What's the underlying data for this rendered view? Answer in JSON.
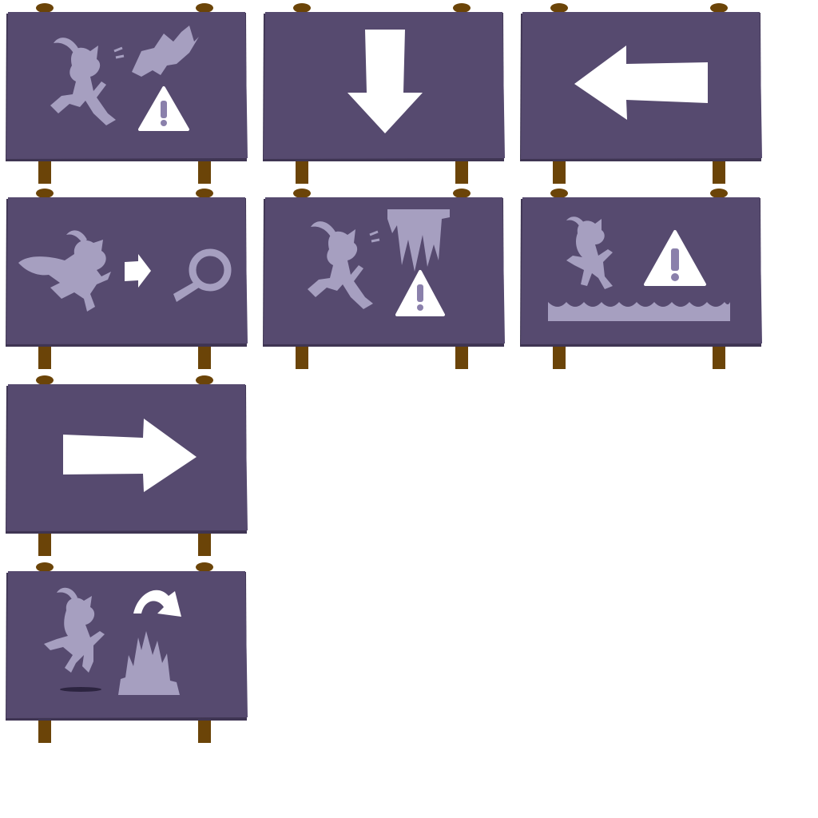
{
  "sheet": {
    "title": "",
    "colors": {
      "board": "#564a6f",
      "board_edge": "#3f3553",
      "board_highlight": "#6b5e86",
      "post": "#6b4408",
      "post_dark": "#4d3104",
      "silhouette": "#a69fc0",
      "arrow": "#ffffff",
      "warning_fill": "#ffffff",
      "warning_mark": "#8a80ab"
    },
    "signs": [
      {
        "id": "bat-warning",
        "icons": [
          "cat-silhouette-icon",
          "bat-silhouette-icon",
          "warning-icon"
        ]
      },
      {
        "id": "arrow-down",
        "icons": [
          "arrow-down-icon"
        ]
      },
      {
        "id": "arrow-left",
        "icons": [
          "arrow-left-icon"
        ]
      },
      {
        "id": "run-to-magnifier",
        "icons": [
          "cat-running-icon",
          "small-arrow-right-icon",
          "magnifier-icon"
        ]
      },
      {
        "id": "stalactite-warning",
        "icons": [
          "cat-silhouette-icon",
          "stalactite-icon",
          "warning-icon"
        ]
      },
      {
        "id": "water-warning",
        "icons": [
          "cat-walking-icon",
          "warning-icon",
          "water-waves-icon"
        ]
      },
      {
        "id": "arrow-right",
        "icons": [
          "arrow-right-icon"
        ]
      },
      {
        "id": "jump-over-spikes",
        "icons": [
          "cat-jumping-icon",
          "curved-arrow-icon",
          "rock-spikes-icon"
        ]
      }
    ]
  }
}
